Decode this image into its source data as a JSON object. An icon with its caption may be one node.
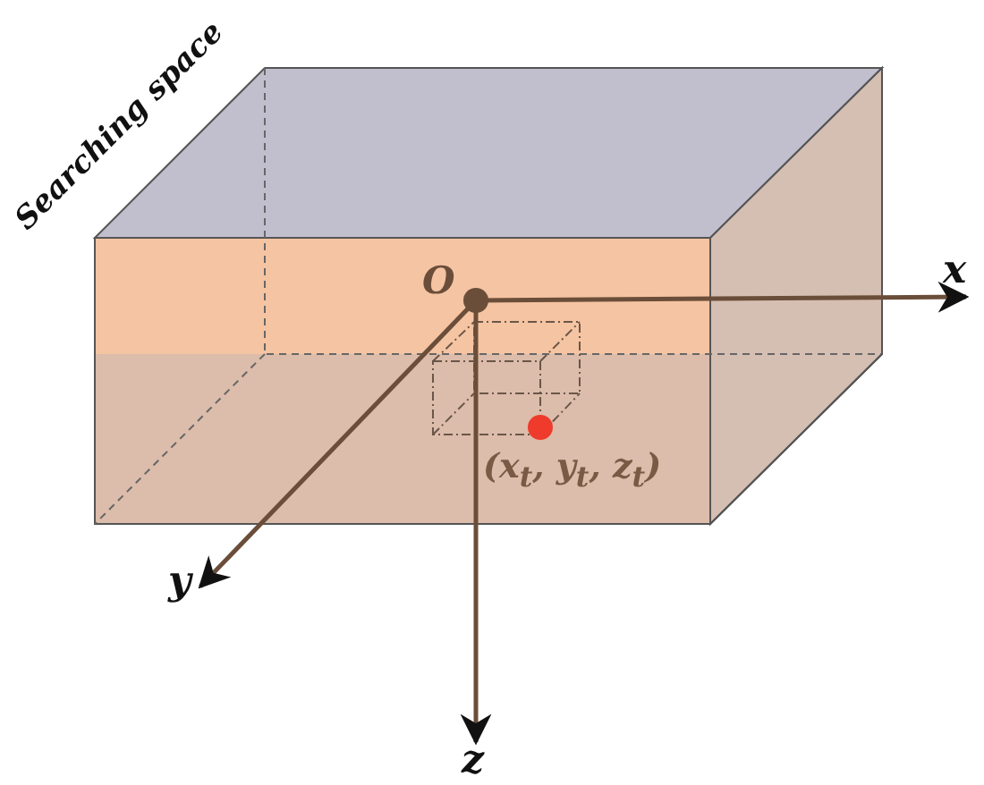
{
  "diagram": {
    "labels": [
      "Searching space",
      "O",
      "x",
      "y",
      "z",
      "(x$_{t}$, y$_{t}$, z$_{t}$)"
    ]
  }
}
